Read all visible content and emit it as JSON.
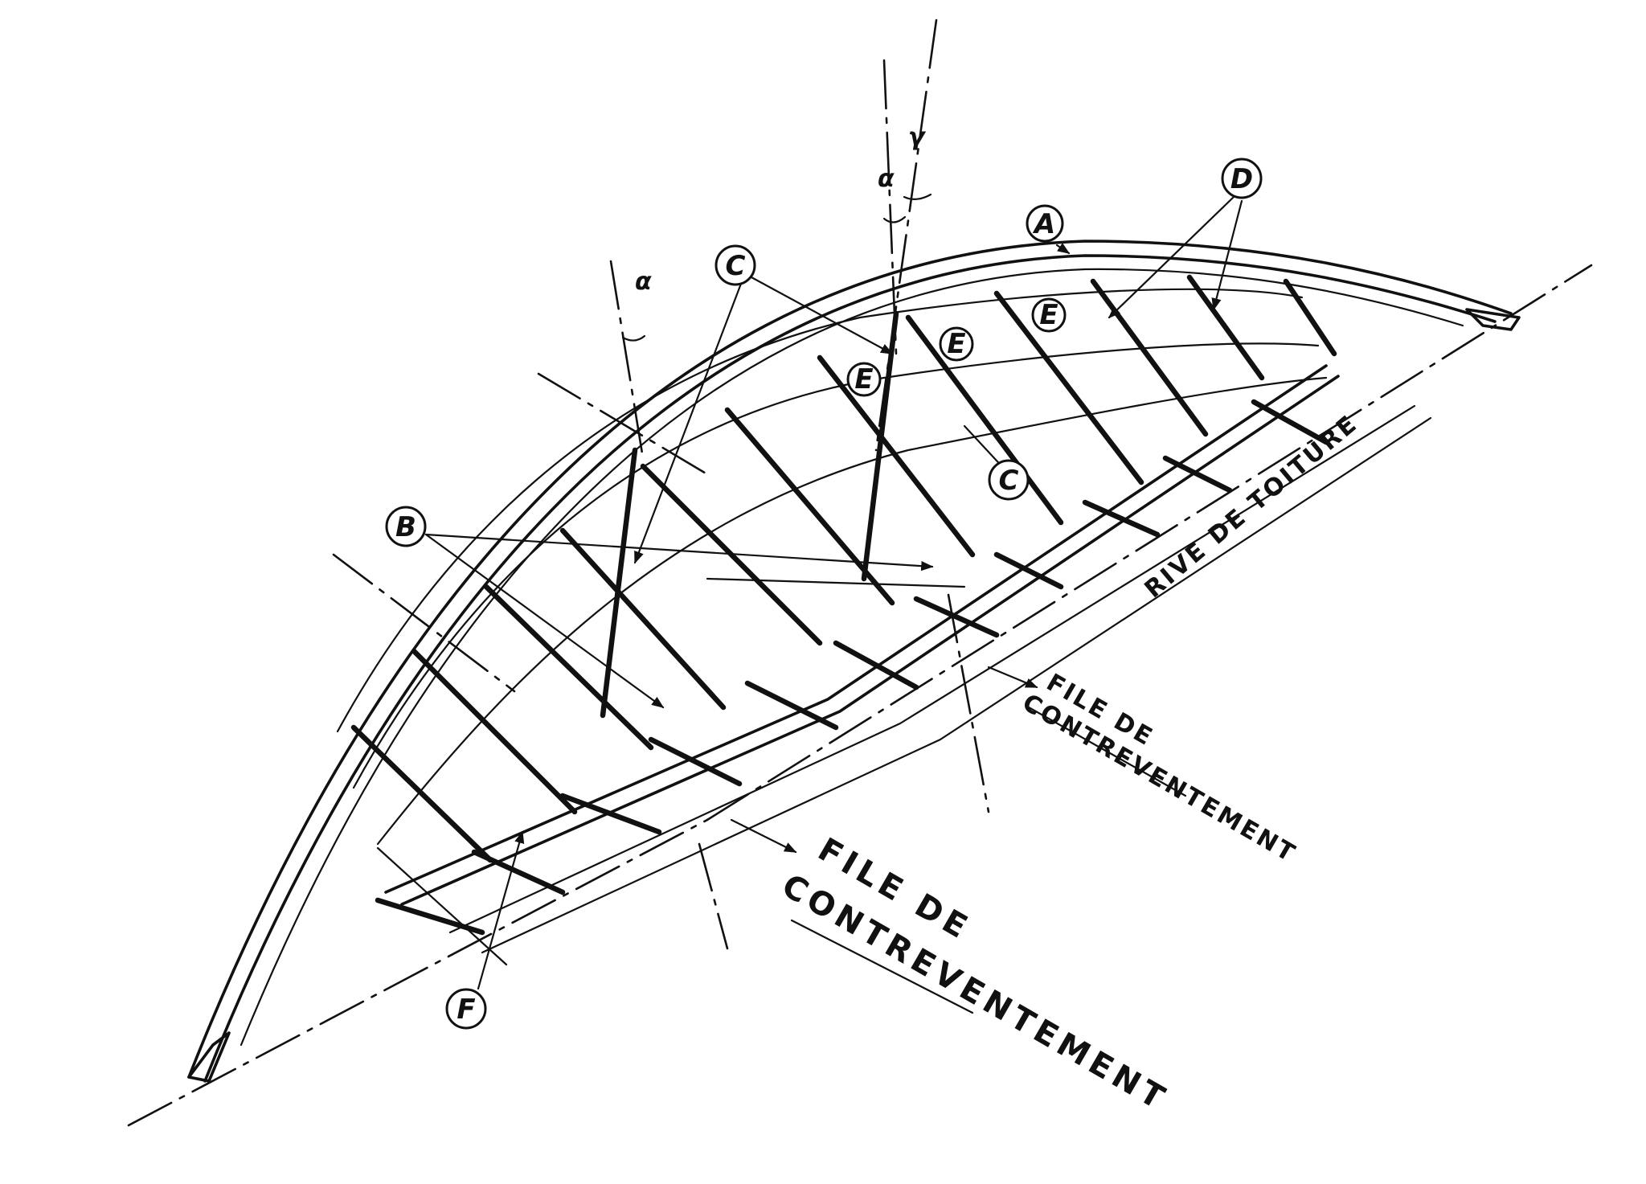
{
  "labels": {
    "A": "A",
    "B": "B",
    "C1": "C",
    "C2": "C",
    "D": "D",
    "E1": "E",
    "E2": "E",
    "E3": "E",
    "F": "F"
  },
  "angles": {
    "alpha_left": "α",
    "alpha_center": "α",
    "gamma": "γ"
  },
  "notes": {
    "rive": "RIVE DE TOITURE",
    "file1_line1": "FILE DE",
    "file1_line2": "CONTREVENTEMENT",
    "file2_line1": "FILE DE",
    "file2_line2": "CONTREVENTEMENT"
  }
}
